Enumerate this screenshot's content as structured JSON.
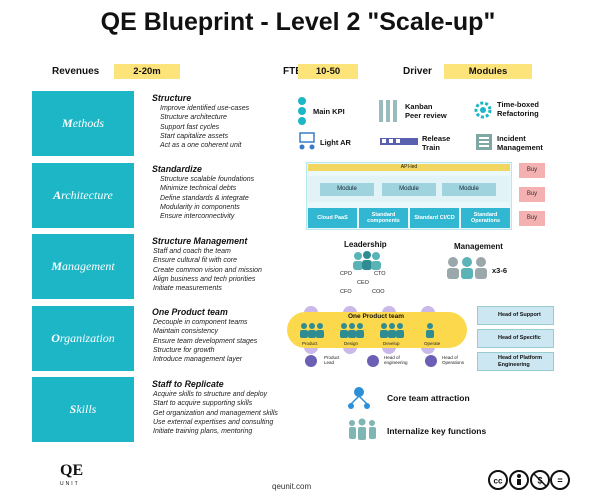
{
  "title": "QE Blueprint - Level 2 \"Scale-up\"",
  "meta": {
    "revenues_label": "Revenues",
    "revenues_value": "2-20m",
    "ftes_label": "FTEs",
    "ftes_value": "10-50",
    "driver_label": "Driver",
    "driver_value": "Modules"
  },
  "sections": [
    {
      "label_initial": "M",
      "label_rest": "ethods",
      "heading": "Structure",
      "items": [
        "Improve identified use-cases",
        "Structure architecture",
        "Support fast cycles",
        "Start capitalize assets",
        "Act as a one coherent unit"
      ]
    },
    {
      "label_initial": "A",
      "label_rest": "rchitecture",
      "heading": "Standardize",
      "items": [
        "Structure scalable foundations",
        "Minimize technical debts",
        "Define standards & integrate",
        "Modularity in components",
        "Ensure interconnectivity"
      ]
    },
    {
      "label_initial": "M",
      "label_rest": "anagement",
      "heading": "Structure Management",
      "items": [
        "Staff and coach the team",
        "Ensure cultural fit with core",
        "Create common vision and mission",
        "Align business and tech priorities",
        "Initiate measurements"
      ]
    },
    {
      "label_initial": "O",
      "label_rest": "rganization",
      "heading": "One Product team",
      "items": [
        "Decouple in component teams",
        "Maintain consistency",
        "Ensure team development stages",
        "Structure for growth",
        "Introduce management layer"
      ]
    },
    {
      "label_initial": "S",
      "label_rest": "kills",
      "heading": "Staff to Replicate",
      "items": [
        "Acquire skills to structure and deploy",
        "Start to acquire supporting skills",
        "Get organization and management skills",
        "Use external expertises and consulting",
        "Initiate training plans, mentoring"
      ]
    }
  ],
  "methods_features": {
    "main_kpi": "Main KPI",
    "kanban_line1": "Kanban",
    "kanban_line2": "Peer review",
    "timeboxed_line1": "Time-boxed",
    "timeboxed_line2": "Refactoring",
    "light_ar": "Light AR",
    "release_line1": "Release",
    "release_line2": "Train",
    "incident_line1": "Incident",
    "incident_line2": "Management"
  },
  "architecture_diagram": {
    "api_label": "API-led",
    "modules": [
      "Module",
      "Module",
      "Module"
    ],
    "layers": [
      "Cloud PaaS",
      "Standard components",
      "Standard CI/CD",
      "Standard Operations"
    ],
    "buy_labels": [
      "Buy",
      "Buy",
      "Buy"
    ]
  },
  "management_diagram": {
    "leadership_label": "Leadership",
    "management_label": "Management",
    "roles": [
      "CPO",
      "CTO",
      "CEO",
      "CFO",
      "COO"
    ],
    "management_count": "x3-6"
  },
  "organization_diagram": {
    "team_label": "One Product team",
    "team_roles": [
      "Product",
      "Design",
      "Develop",
      "Operate"
    ],
    "leads": [
      "Product Lead",
      "Head of engineering",
      "Head of Operations"
    ],
    "side_boxes": [
      "Head of Support",
      "Head of Specific",
      "Head of Platform Engineering"
    ]
  },
  "skills_features": {
    "core_team": "Core team attraction",
    "internalize": "Internalize key functions"
  },
  "footer": {
    "logo_main": "QE",
    "logo_sub": "UNIT",
    "url": "qeunit.com"
  },
  "colors": {
    "teal": "#1cb6c6",
    "yellow": "#fde47a",
    "pink": "#f5b1b1",
    "lavender": "#c9b8e8"
  }
}
